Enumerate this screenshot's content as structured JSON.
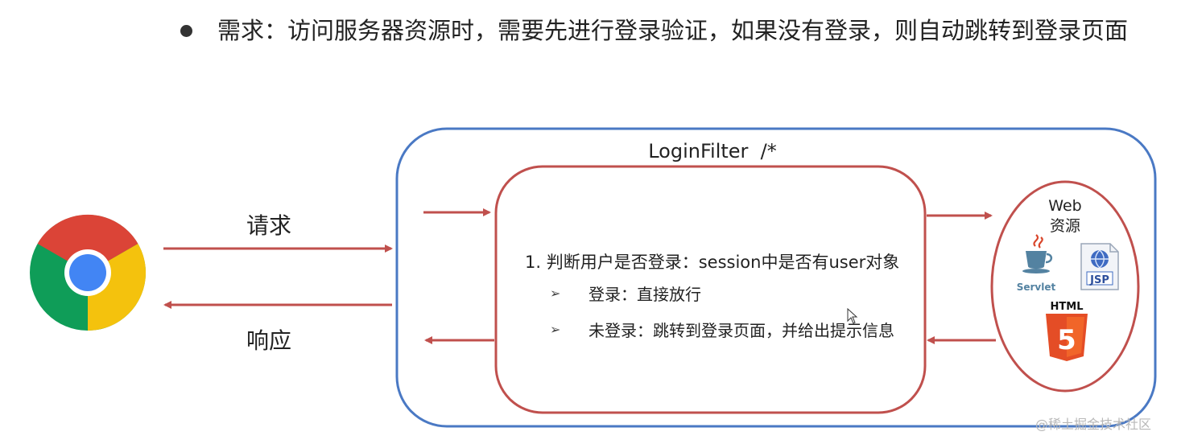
{
  "headline": {
    "text": "需求：访问服务器资源时，需要先进行登录验证，如果没有登录，则自动跳转到登录页面"
  },
  "colors": {
    "outer_box": "#4a79c4",
    "filter_box": "#c0504d",
    "arrow": "#c0504d",
    "chrome_red": "#db4437",
    "chrome_yellow": "#f4c20d",
    "chrome_green": "#0f9d58",
    "chrome_blue": "#4285f4",
    "html5_orange": "#e44d26"
  },
  "filter": {
    "label": "LoginFilter  /*"
  },
  "arrows": {
    "request_label": "请求",
    "response_label": "响应"
  },
  "logic": {
    "step1": "1. 判断用户是否登录：session中是否有user对象",
    "marker": "➢",
    "logged_in": "登录：直接放行",
    "not_logged_in": "未登录：跳转到登录页面，并给出提示信息"
  },
  "resources": {
    "title_line1": "Web",
    "title_line2": "资源",
    "servlet_label": "Servlet",
    "jsp_label": "JSP",
    "html_label": "HTML",
    "html_badge": "5"
  },
  "icons": {
    "browser": "chrome-browser-icon",
    "servlet": "java-cup-icon",
    "jsp": "jsp-globe-icon",
    "html": "html5-shield-icon",
    "cursor": "mouse-cursor-icon"
  },
  "watermark": {
    "text": "@稀土掘金技术社区"
  }
}
